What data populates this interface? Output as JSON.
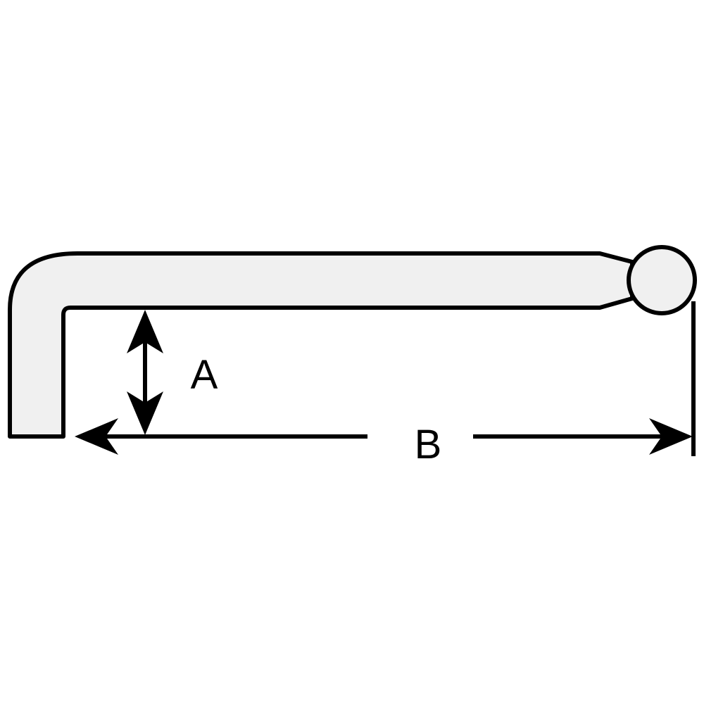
{
  "diagram": {
    "dimension_a_label": "A",
    "dimension_b_label": "B",
    "colors": {
      "outline": "#000000",
      "body_fill": "#f0f0f0",
      "background": "#ffffff"
    },
    "icons": [
      "ball-end-hex-key",
      "double-arrow"
    ]
  }
}
